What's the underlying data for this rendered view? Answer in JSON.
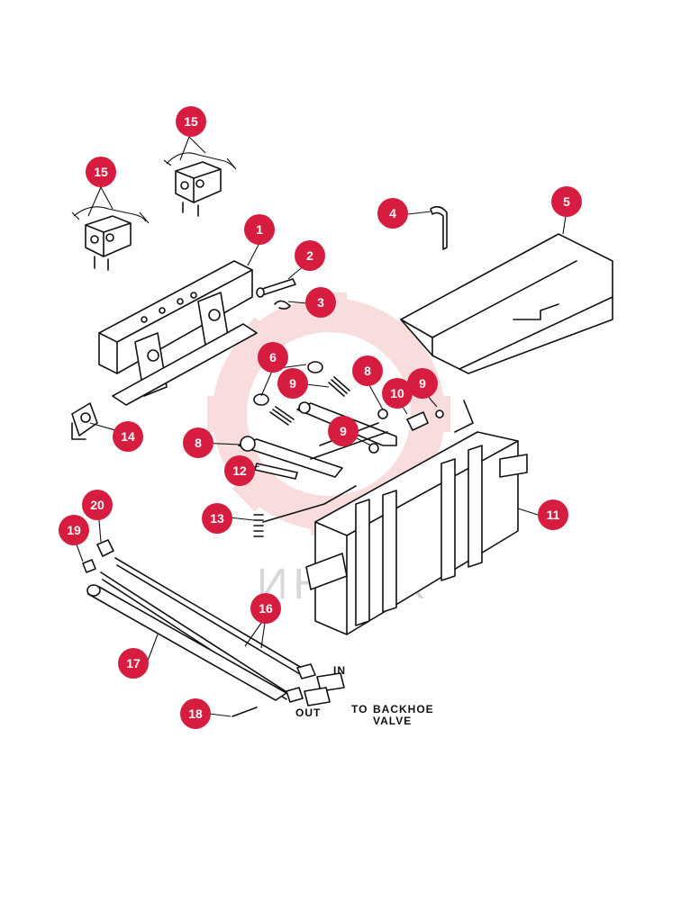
{
  "labels": {
    "l1": "1",
    "l2": "2",
    "l3": "3",
    "l4": "4",
    "l5": "5",
    "l6": "6",
    "l8a": "8",
    "l8b": "8",
    "l9a": "9",
    "l9b": "9",
    "l9c": "9",
    "l10": "10",
    "l11": "11",
    "l12": "12",
    "l13": "13",
    "l14": "14",
    "l15a": "15",
    "l15b": "15",
    "l16": "16",
    "l17": "17",
    "l18": "18",
    "l19": "19",
    "l20": "20"
  },
  "notes": {
    "in": "IN",
    "out": "OUT",
    "to": "TO",
    "backhoe": "BACKHOE",
    "valve": "VALVE"
  },
  "colors": {
    "callout": "#d61c3f",
    "watermark": "#f3b4b4",
    "line": "#111111"
  },
  "watermark_text": "ИНТЕХ"
}
